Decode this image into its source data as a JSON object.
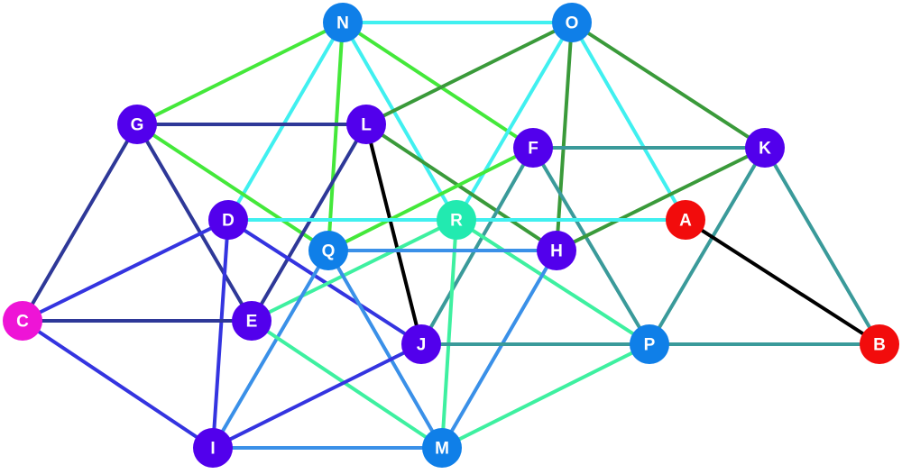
{
  "graph": {
    "nodes": [
      {
        "id": "N",
        "label": "N",
        "color": "#0f7fe8"
      },
      {
        "id": "O",
        "label": "O",
        "color": "#0f7fe8"
      },
      {
        "id": "G",
        "label": "G",
        "color": "#5200ec"
      },
      {
        "id": "L",
        "label": "L",
        "color": "#5200ec"
      },
      {
        "id": "F",
        "label": "F",
        "color": "#5200ec"
      },
      {
        "id": "K",
        "label": "K",
        "color": "#5200ec"
      },
      {
        "id": "D",
        "label": "D",
        "color": "#5200ec"
      },
      {
        "id": "R",
        "label": "R",
        "color": "#22eab0"
      },
      {
        "id": "A",
        "label": "A",
        "color": "#f20c0c"
      },
      {
        "id": "Q",
        "label": "Q",
        "color": "#0f7fe8"
      },
      {
        "id": "H",
        "label": "H",
        "color": "#5200ec"
      },
      {
        "id": "C",
        "label": "C",
        "color": "#ee14d6"
      },
      {
        "id": "E",
        "label": "E",
        "color": "#5200ec"
      },
      {
        "id": "J",
        "label": "J",
        "color": "#5200ec"
      },
      {
        "id": "P",
        "label": "P",
        "color": "#0f7fe8"
      },
      {
        "id": "B",
        "label": "B",
        "color": "#f20c0c"
      },
      {
        "id": "I",
        "label": "I",
        "color": "#5200ec"
      },
      {
        "id": "M",
        "label": "M",
        "color": "#0f7fe8"
      }
    ],
    "edges": [
      {
        "from": "N",
        "to": "O",
        "color": "#40f0f0"
      },
      {
        "from": "N",
        "to": "G",
        "color": "#44e83a"
      },
      {
        "from": "N",
        "to": "D",
        "color": "#40f0f0"
      },
      {
        "from": "N",
        "to": "Q",
        "color": "#44e83a"
      },
      {
        "from": "N",
        "to": "R",
        "color": "#40f0f0"
      },
      {
        "from": "N",
        "to": "F",
        "color": "#44e83a"
      },
      {
        "from": "O",
        "to": "L",
        "color": "#3a9a3a"
      },
      {
        "from": "O",
        "to": "R",
        "color": "#40f0f0"
      },
      {
        "from": "O",
        "to": "H",
        "color": "#3a9a3a"
      },
      {
        "from": "O",
        "to": "A",
        "color": "#40f0f0"
      },
      {
        "from": "O",
        "to": "K",
        "color": "#3a9a3a"
      },
      {
        "from": "G",
        "to": "L",
        "color": "#2e3898"
      },
      {
        "from": "G",
        "to": "Q",
        "color": "#44e83a"
      },
      {
        "from": "G",
        "to": "E",
        "color": "#2e3898"
      },
      {
        "from": "G",
        "to": "C",
        "color": "#2e3898"
      },
      {
        "from": "L",
        "to": "H",
        "color": "#3a9a3a"
      },
      {
        "from": "L",
        "to": "J",
        "color": "#000000"
      },
      {
        "from": "L",
        "to": "E",
        "color": "#2e3898"
      },
      {
        "from": "F",
        "to": "K",
        "color": "#3a9a9a"
      },
      {
        "from": "F",
        "to": "Q",
        "color": "#44e83a"
      },
      {
        "from": "F",
        "to": "J",
        "color": "#3a9a9a"
      },
      {
        "from": "F",
        "to": "P",
        "color": "#3a9a9a"
      },
      {
        "from": "K",
        "to": "H",
        "color": "#3a9a3a"
      },
      {
        "from": "K",
        "to": "P",
        "color": "#3a9a9a"
      },
      {
        "from": "K",
        "to": "B",
        "color": "#3a9a9a"
      },
      {
        "from": "D",
        "to": "A",
        "color": "#40f0f0"
      },
      {
        "from": "D",
        "to": "C",
        "color": "#3434e0"
      },
      {
        "from": "D",
        "to": "J",
        "color": "#3434e0"
      },
      {
        "from": "D",
        "to": "I",
        "color": "#3434e0"
      },
      {
        "from": "R",
        "to": "E",
        "color": "#3ef0a0"
      },
      {
        "from": "R",
        "to": "M",
        "color": "#3ef0a0"
      },
      {
        "from": "R",
        "to": "P",
        "color": "#3ef0a0"
      },
      {
        "from": "Q",
        "to": "H",
        "color": "#3a90e8"
      },
      {
        "from": "Q",
        "to": "I",
        "color": "#3a90e8"
      },
      {
        "from": "Q",
        "to": "M",
        "color": "#3a90e8"
      },
      {
        "from": "H",
        "to": "M",
        "color": "#3a90e8"
      },
      {
        "from": "A",
        "to": "B",
        "color": "#000000"
      },
      {
        "from": "C",
        "to": "E",
        "color": "#2e3898"
      },
      {
        "from": "C",
        "to": "I",
        "color": "#3434e0"
      },
      {
        "from": "E",
        "to": "M",
        "color": "#3ef0a0"
      },
      {
        "from": "J",
        "to": "P",
        "color": "#3a9a9a"
      },
      {
        "from": "J",
        "to": "I",
        "color": "#3434e0"
      },
      {
        "from": "P",
        "to": "B",
        "color": "#3a9a9a"
      },
      {
        "from": "P",
        "to": "M",
        "color": "#3ef0a0"
      },
      {
        "from": "I",
        "to": "M",
        "color": "#3a90e8"
      }
    ]
  }
}
